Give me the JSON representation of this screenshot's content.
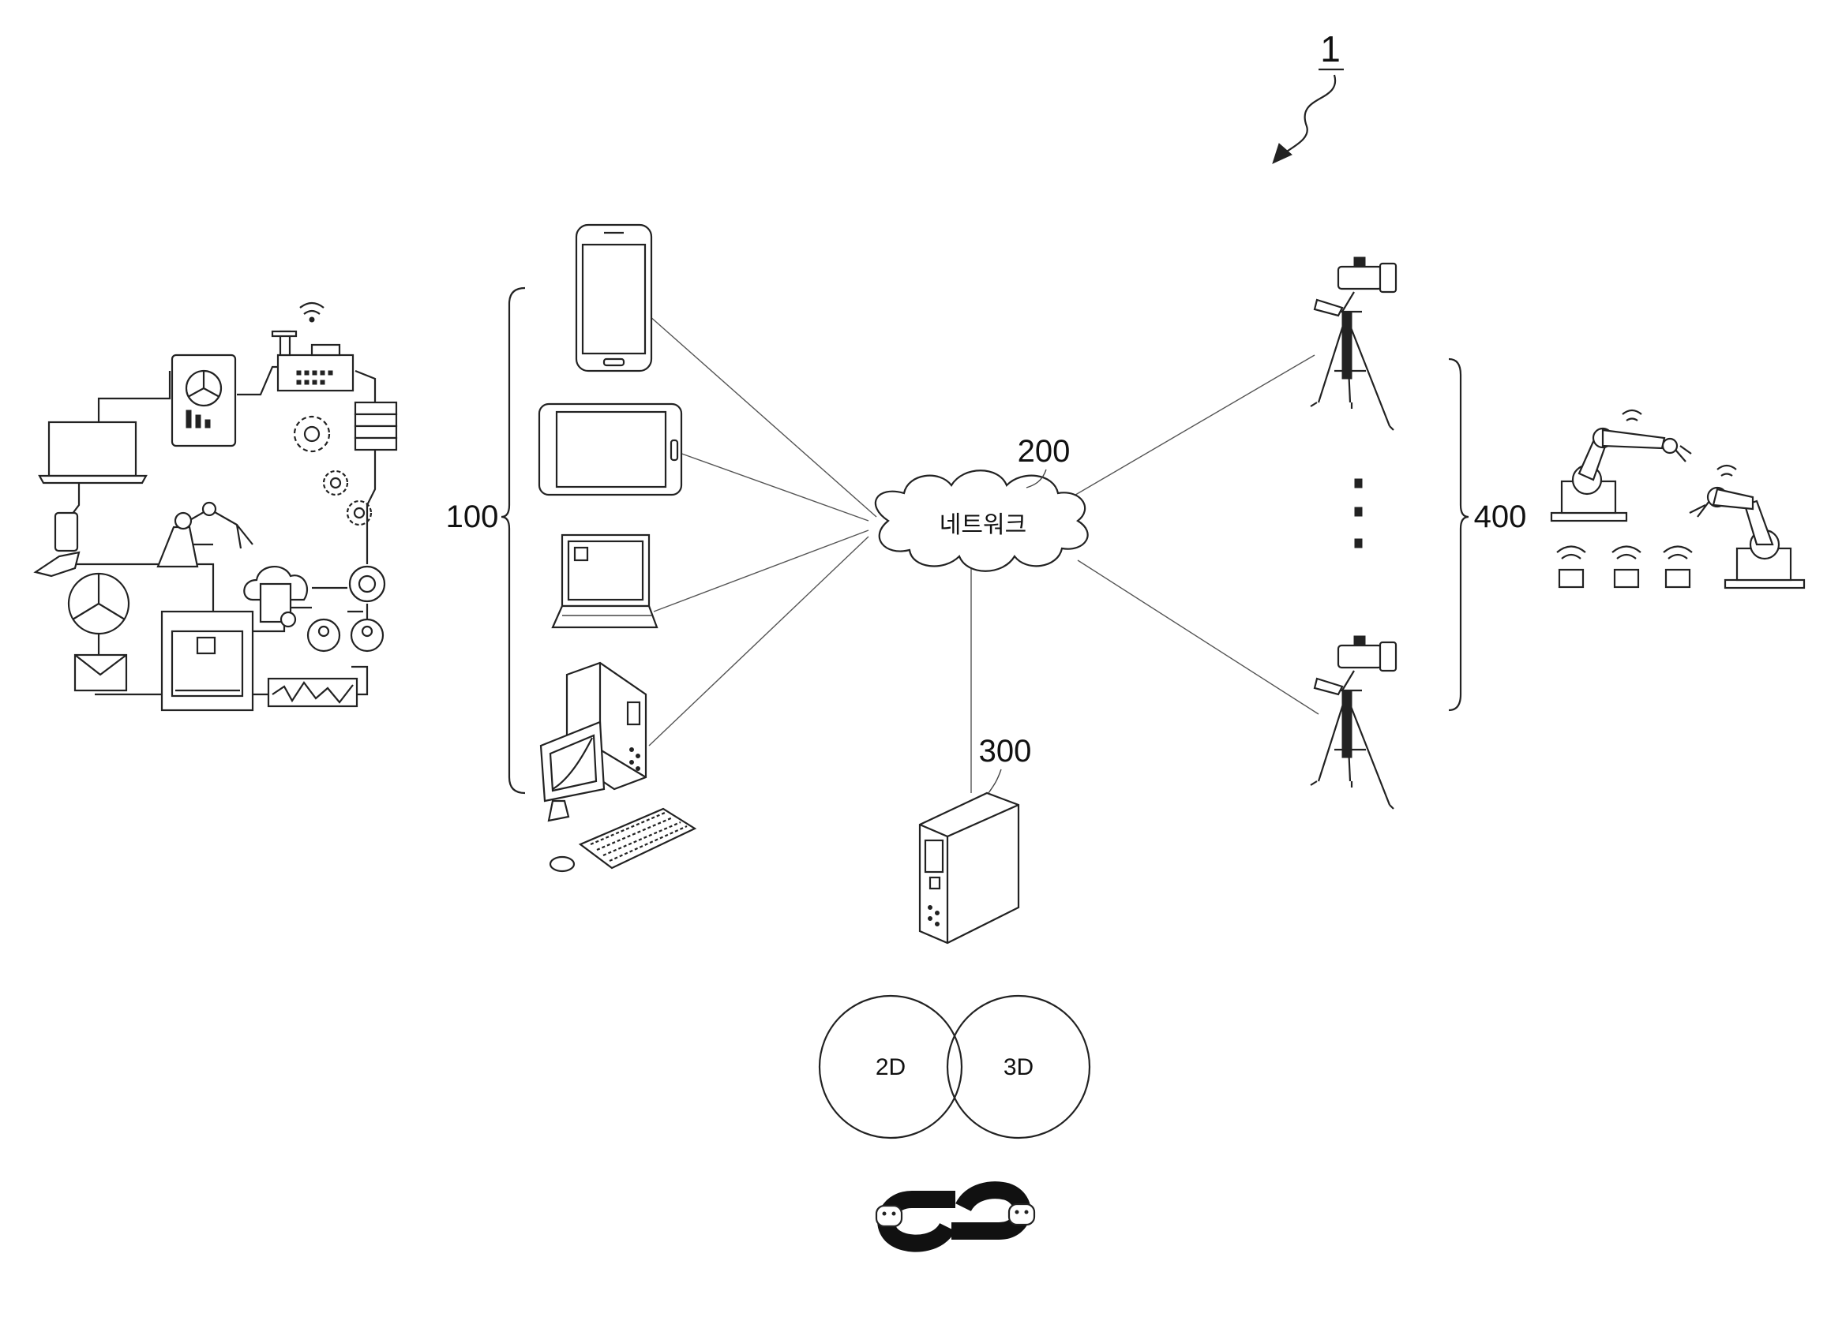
{
  "figure": {
    "system_ref": "1",
    "labels": {
      "user_terminals": "100",
      "network": "200",
      "server": "300",
      "cameras": "400"
    },
    "network_text": "네트워크",
    "circle_left": "2D",
    "circle_right": "3D",
    "ellipsis": "⋮"
  }
}
